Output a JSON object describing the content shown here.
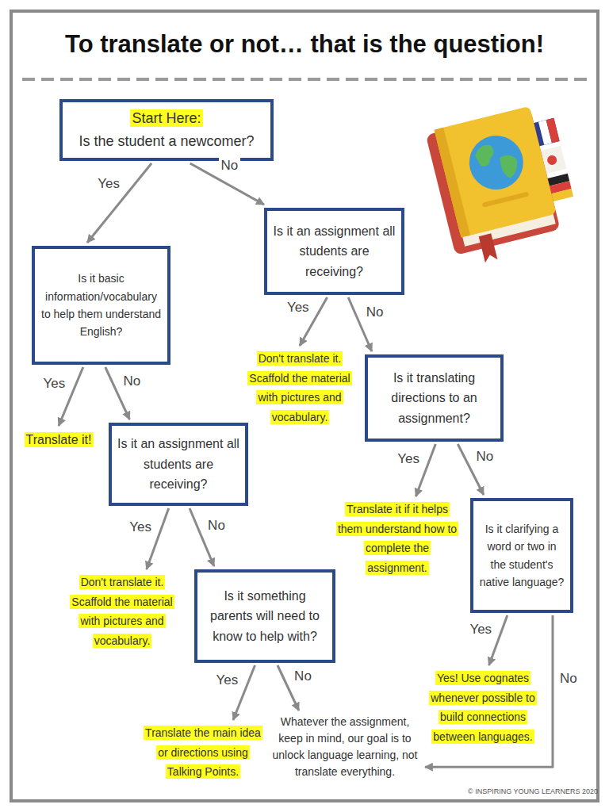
{
  "diagram": {
    "title": "To translate or not… that is the question!",
    "nodes": [
      {
        "text": [
          "Start Here:",
          "Is the student a newcomer?"
        ]
      },
      {
        "text": [
          "Is it an assignment all students are receiving?"
        ]
      },
      {
        "text": [
          "Is it basic information/vocabulary to help them understand English?"
        ]
      },
      {
        "text": [
          "Don't translate it. Scaffold the material with pictures and vocabulary."
        ]
      },
      {
        "text": [
          "Is it translating directions to an assignment?"
        ]
      },
      {
        "text": [
          "Translate it!"
        ]
      },
      {
        "text": [
          "Is it an assignment all students are receiving?"
        ]
      },
      {
        "text": [
          "Translate it if it helps them understand how to complete the assignment."
        ]
      },
      {
        "text": [
          "Is it clarifying a word or two in the student's native language?"
        ]
      },
      {
        "text": [
          "Don't translate it. Scaffold the material with pictures and vocabulary."
        ]
      },
      {
        "text": [
          "Is it something parents will need to know to help with?"
        ]
      },
      {
        "text": [
          "Yes! Use cognates whenever possible to build connections between languages."
        ]
      },
      {
        "text": [
          "Translate the main idea or directions using Talking Points."
        ]
      },
      {
        "text": [
          "Whatever the assignment, keep in mind, our goal is to unlock language learning, not translate everything."
        ]
      }
    ],
    "edges": [
      {
        "from": 0,
        "to": 2,
        "arrow": "to",
        "label": "Yes"
      },
      {
        "from": 0,
        "to": 1,
        "arrow": "to",
        "label": "No"
      },
      {
        "from": 1,
        "to": 3,
        "arrow": "to",
        "label": "Yes"
      },
      {
        "from": 1,
        "to": 4,
        "arrow": "to",
        "label": "No"
      },
      {
        "from": 2,
        "to": 5,
        "arrow": "to",
        "label": "Yes"
      },
      {
        "from": 2,
        "to": 6,
        "arrow": "to",
        "label": "No"
      },
      {
        "from": 4,
        "to": 7,
        "arrow": "to",
        "label": "Yes"
      },
      {
        "from": 4,
        "to": 8,
        "arrow": "to",
        "label": "No"
      },
      {
        "from": 6,
        "to": 9,
        "arrow": "to",
        "label": "Yes"
      },
      {
        "from": 6,
        "to": 10,
        "arrow": "to",
        "label": "No"
      },
      {
        "from": 8,
        "to": 11,
        "arrow": "to",
        "label": "Yes"
      },
      {
        "from": 8,
        "to": 13,
        "arrow": "to",
        "label": "No"
      },
      {
        "from": 10,
        "to": 12,
        "arrow": "to",
        "label": "Yes"
      },
      {
        "from": 10,
        "to": 13,
        "arrow": "to",
        "label": "No"
      }
    ],
    "labels": [
      "© INSPIRING YOUNG LEARNERS 2020"
    ]
  }
}
